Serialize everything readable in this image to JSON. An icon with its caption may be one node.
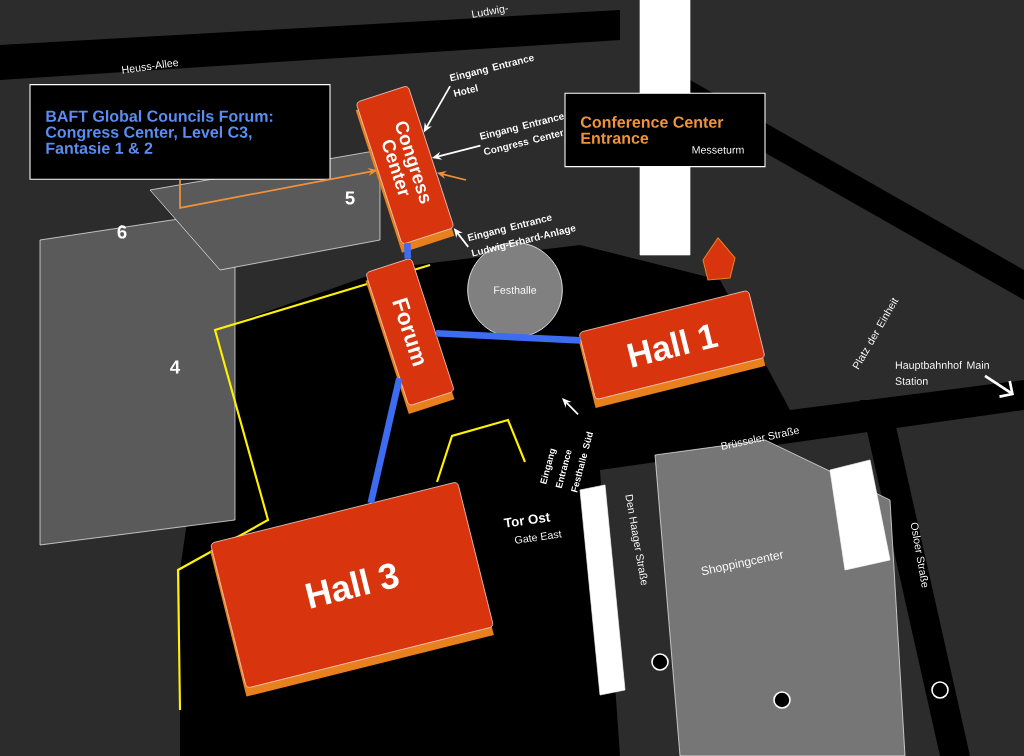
{
  "diagram": {
    "nodes": [
      {
        "text": [
          "BAFT Global Councils Forum: Congress Center, Level C3, Fantasie 1 & 2"
        ]
      },
      {
        "text": [
          "Conference Center Entrance"
        ]
      },
      {
        "text": [
          "Congress Center"
        ]
      },
      {
        "text": [
          "Forum"
        ]
      },
      {
        "text": [
          "Hall 1"
        ]
      },
      {
        "text": [
          "Hall 3"
        ]
      },
      {
        "text": [
          "Festhalle"
        ]
      },
      {
        "text": [
          "Eingang Entrance Hotel"
        ]
      },
      {
        "text": [
          "Eingang Entrance Congress Center"
        ]
      },
      {
        "text": [
          "Eingang Entrance Ludwig-Erhard-Anlage"
        ]
      },
      {
        "text": [
          "Eingang Entrance Festhalle Süd"
        ]
      }
    ],
    "edges": [
      {
        "from": 0,
        "to": 2,
        "arrow": "to",
        "color": "#f0913a"
      },
      {
        "from": null,
        "to": 2,
        "arrow": "to",
        "color": "#f0913a"
      },
      {
        "from": 7,
        "to": 2,
        "arrow": "to",
        "color": "#ffffff"
      },
      {
        "from": 8,
        "to": 2,
        "arrow": "to",
        "color": "#ffffff"
      },
      {
        "from": 9,
        "to": 2,
        "arrow": "to",
        "color": "#ffffff"
      },
      {
        "from": 10,
        "to": null,
        "arrow": "to",
        "color": "#ffffff"
      },
      {
        "from": 2,
        "to": 3,
        "arrow": "none",
        "style": "thick",
        "color": "#3d6cf0"
      },
      {
        "from": 3,
        "to": 4,
        "arrow": "none",
        "style": "thick",
        "color": "#3d6cf0"
      },
      {
        "from": 3,
        "to": 5,
        "arrow": "none",
        "style": "thick",
        "color": "#3d6cf0"
      }
    ],
    "labels": [
      "Ludwig-",
      "Heuss-Allee",
      "6",
      "5",
      "4",
      "Messeturm",
      "Platz der Einheit",
      "Hauptbahnhof Main Station",
      "Brüsseler Straße",
      "Tor Ost",
      "Gate East",
      "Den Haager Straße",
      "Shoppingcenter",
      "Osloer Straße"
    ]
  }
}
